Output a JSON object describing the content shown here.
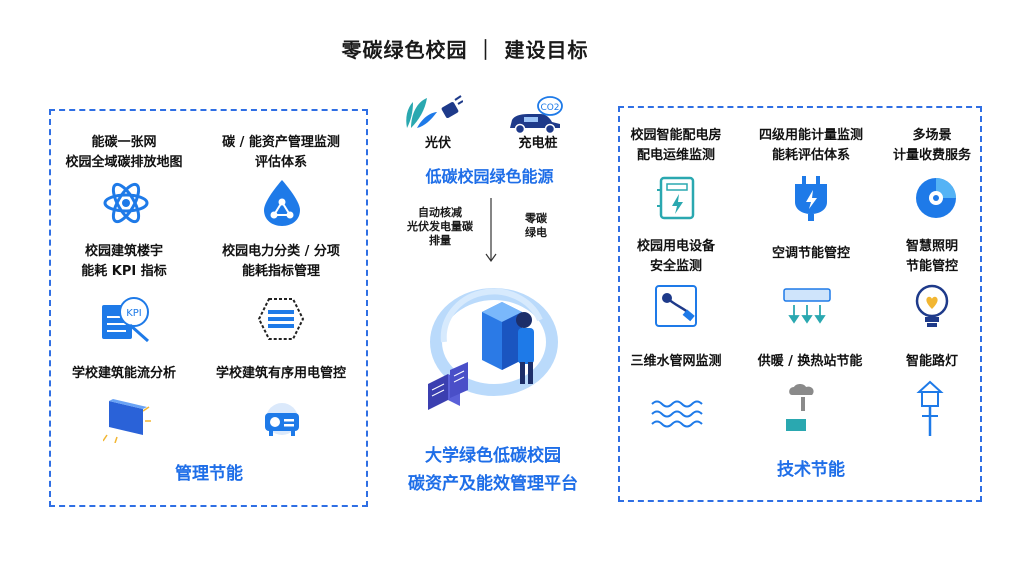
{
  "title": "零碳绿色校园 ｜ 建设目标",
  "left_panel": {
    "title": "管理节能",
    "items": [
      {
        "label": "能碳一张网\n校园全域碳排放地图",
        "icon": "atom-icon"
      },
      {
        "label": "碳 / 能资产管理监测\n评估体系",
        "icon": "water-drop-icon"
      },
      {
        "label": "校园建筑楼宇\n能耗 KPI 指标",
        "icon": "kpi-document-icon"
      },
      {
        "label": "校园电力分类 / 分项\n能耗指标管理",
        "icon": "hexagon-list-icon"
      },
      {
        "label": "学校建筑能流分析",
        "icon": "building-panel-icon"
      },
      {
        "label": "学校建筑有序用电管控",
        "icon": "projector-icon"
      }
    ]
  },
  "center": {
    "pv_label": "光伏",
    "charging_label": "充电桩",
    "co2_label": "CO2",
    "energy_title": "低碳校园绿色能源",
    "left_note": "自动核减\n光伏发电量碳\n排量",
    "right_note": "零碳\n绿电",
    "platform_title_1": "大学绿色低碳校园",
    "platform_title_2": "碳资产及能效管理平台"
  },
  "right_panel": {
    "title": "技术节能",
    "items": [
      {
        "label": "校园智能配电房\n配电运维监测",
        "icon": "distribution-cabinet-icon"
      },
      {
        "label": "四级用能计量监测\n能耗评估体系",
        "icon": "plug-icon"
      },
      {
        "label": "多场景\n计量收费服务",
        "icon": "disc-icon"
      },
      {
        "label": "校园用电设备\n安全监测",
        "icon": "socket-plug-icon"
      },
      {
        "label": "空调节能管控",
        "icon": "air-conditioner-icon"
      },
      {
        "label": "智慧照明\n节能管控",
        "icon": "light-bulb-icon"
      },
      {
        "label": "三维水管网监测",
        "icon": "water-waves-icon"
      },
      {
        "label": "供暖 / 换热站节能",
        "icon": "heating-icon"
      },
      {
        "label": "智能路灯",
        "icon": "street-lamp-icon"
      }
    ]
  },
  "colors": {
    "accent": "#1e6ee8",
    "dashed_border": "#2f6fe4",
    "light_blue": "#3aa0f0"
  }
}
